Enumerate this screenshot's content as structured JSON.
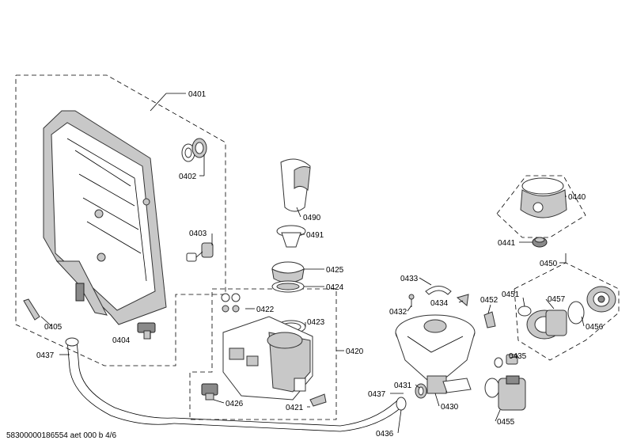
{
  "labels": {
    "p0401": "0401",
    "p0402": "0402",
    "p0403": "0403",
    "p0404": "0404",
    "p0405": "0405",
    "p0437a": "0437",
    "p0437b": "0437",
    "p0490": "0490",
    "p0491": "0491",
    "p0425": "0425",
    "p0424": "0424",
    "p0422": "0422",
    "p0423": "0423",
    "p0420": "0420",
    "p0426": "0426",
    "p0421": "0421",
    "p0433": "0433",
    "p0434": "0434",
    "p0432": "0432",
    "p0452": "0452",
    "p0451": "0451",
    "p0457": "0457",
    "p0456": "0456",
    "p0450": "0450",
    "p0440": "0440",
    "p0441": "0441",
    "p0435": "0435",
    "p0455": "0455",
    "p0431": "0431",
    "p0430": "0430",
    "p0436": "0436"
  },
  "footer": {
    "code": "58300000186554 aet 000 b 4/6"
  }
}
